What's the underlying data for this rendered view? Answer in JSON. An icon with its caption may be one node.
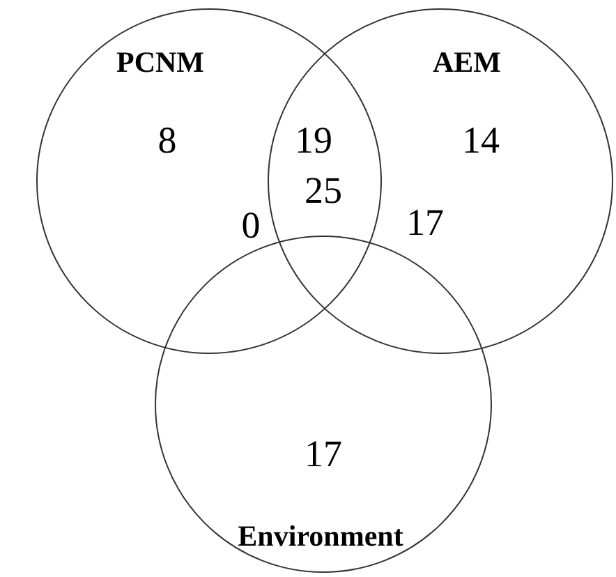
{
  "diagram": {
    "nodes": [
      {
        "text": [
          "PCNM"
        ]
      },
      {
        "text": [
          "AEM"
        ]
      },
      {
        "text": [
          "Environment"
        ]
      }
    ],
    "labels": [
      "8",
      "19",
      "14",
      "25",
      "0",
      "17",
      "17"
    ]
  }
}
